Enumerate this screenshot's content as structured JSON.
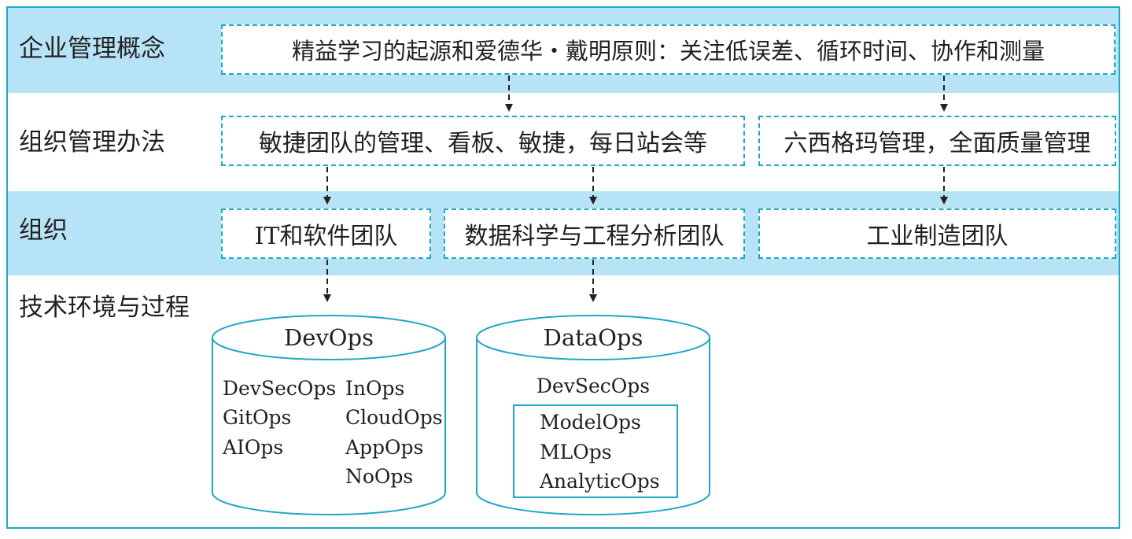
{
  "rows": {
    "enterprise": "企业管理概念",
    "organization_method": "组织管理办法",
    "organization": "组织",
    "tech": "技术环境与过程"
  },
  "boxes": {
    "lean": "精益学习的起源和爱德华・戴明原则：关注低误差、循环时间、协作和测量",
    "agile": "敏捷团队的管理、看板、敏捷，每日站会等",
    "six_sigma": "六西格玛管理，全面质量管理",
    "it_team": "IT和软件团队",
    "data_team": "数据科学与工程分析团队",
    "industrial_team": "工业制造团队"
  },
  "devops": {
    "title": "DevOps",
    "left_items": [
      "DevSecOps",
      "GitOps",
      "AIOps"
    ],
    "right_items": [
      "InOps",
      "CloudOps",
      "AppOps",
      "NoOps"
    ]
  },
  "dataops": {
    "title": "DataOps",
    "top_item": "DevSecOps",
    "inner_items": [
      "ModelOps",
      "MLOps",
      "AnalyticOps"
    ]
  },
  "colors": {
    "accent": "#1fa7c6",
    "band": "#b7e3f7",
    "text": "#231f20"
  }
}
